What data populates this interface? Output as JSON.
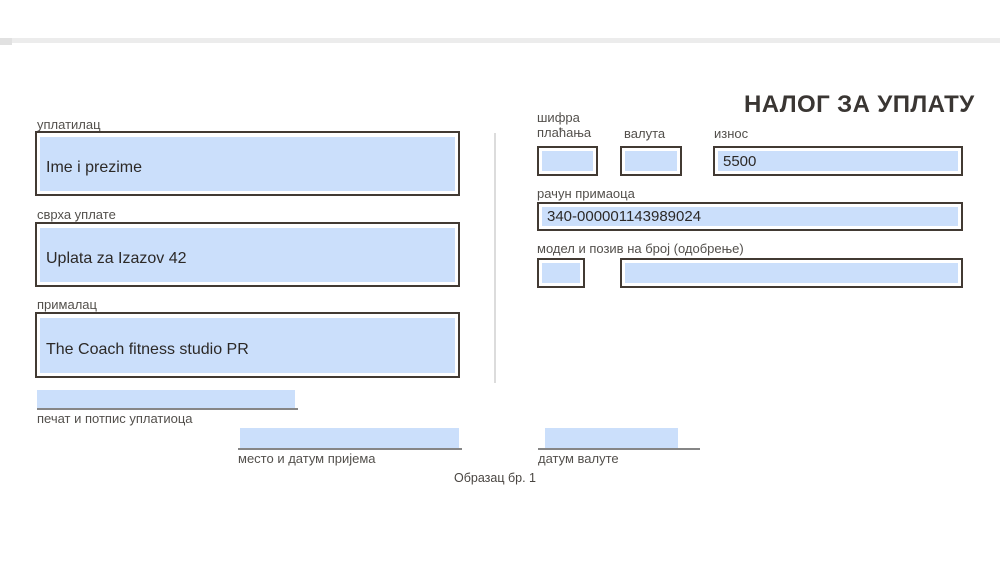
{
  "form": {
    "title": "НАЛОГ ЗА УПЛАТУ",
    "footer": "Образац бр. 1",
    "colors": {
      "field_fill": "#cbdffb",
      "field_border": "#423a33",
      "label_text": "#53504c",
      "value_text": "#2c2927",
      "title_text": "#3a3633"
    },
    "fields": {
      "payer": {
        "label": "уплатилац",
        "value": "Ime i prezime"
      },
      "purpose": {
        "label": "сврха уплате",
        "value": "Uplata za Izazov 42"
      },
      "recipient": {
        "label": "прималац",
        "value": "The Coach fitness studio PR"
      },
      "signature": {
        "label": "печат и потпис уплатиоца",
        "value": ""
      },
      "payment_code": {
        "label": "шифра плаћања",
        "value": ""
      },
      "currency": {
        "label": "валута",
        "value": ""
      },
      "amount": {
        "label": "износ",
        "value": "5500"
      },
      "recipient_account": {
        "label": "рачун примаоца",
        "value": "340-000001143989024"
      },
      "model_reference": {
        "label": "модел и позив на број (одобрење)",
        "model_value": "",
        "reference_value": ""
      },
      "place_date": {
        "label": "место и датум пријема",
        "value": ""
      },
      "value_date": {
        "label": "датум валуте",
        "value": ""
      }
    }
  }
}
